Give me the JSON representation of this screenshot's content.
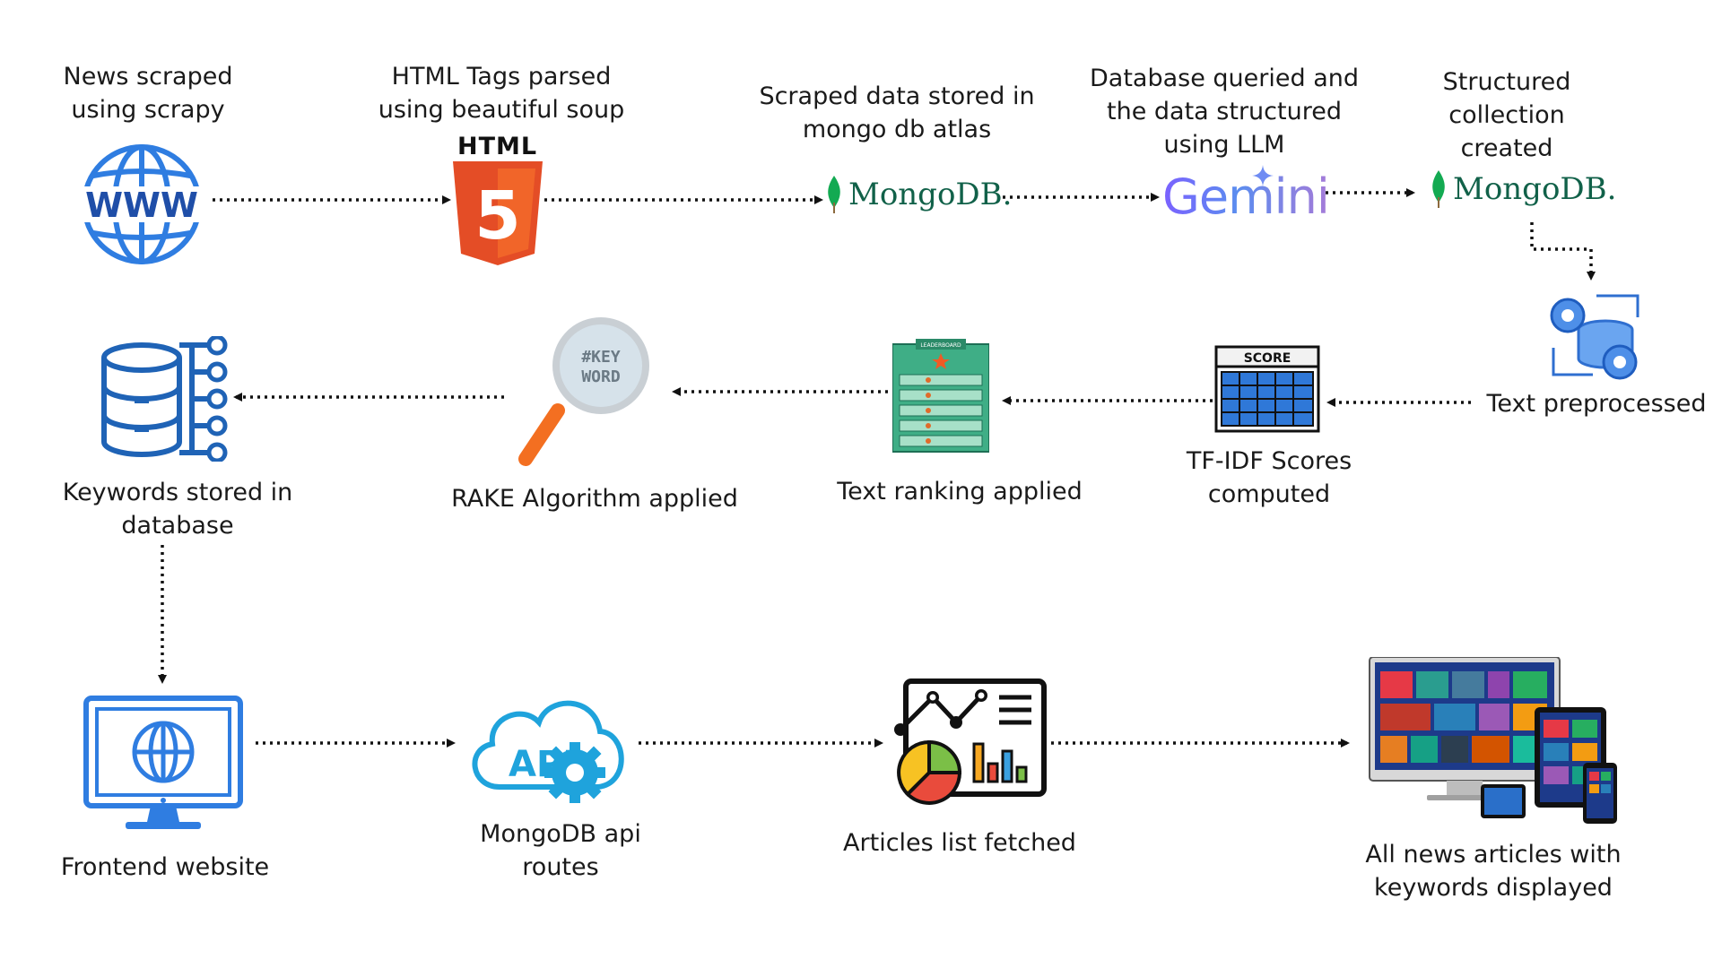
{
  "steps": {
    "news_scraped": "News scraped\nusing scrapy",
    "html_parsed": "HTML Tags parsed\nusing beautiful soup",
    "stored_atlas": "Scraped data stored in\nmongo db atlas",
    "llm_structured": "Database queried and\nthe data structured\nusing LLM",
    "collection_created": "Structured\ncollection\ncreated",
    "text_preprocessed": "Text preprocessed",
    "tfidf": "TF-IDF Scores\ncomputed",
    "text_ranking": "Text ranking applied",
    "rake": "RAKE Algorithm applied",
    "keywords_stored": "Keywords stored in\ndatabase",
    "frontend": "Frontend website",
    "api_routes": "MongoDB api\nroutes",
    "articles_fetched": "Articles list fetched",
    "all_displayed": "All news articles with\nkeywords displayed"
  },
  "icon_text": {
    "www": "WWW",
    "html": "HTML",
    "html5": "5",
    "mongodb": "MongoDB.",
    "gemini": "Gemini",
    "score": "SCORE",
    "leaderboard": "LEADERBOARD",
    "keyword_line1": "#KEY",
    "keyword_line2": "WORD",
    "api": "API"
  },
  "colors": {
    "arrow": "#111111",
    "www_blue": "#2f7de1",
    "html_orange": "#e44d26",
    "mongo_green": "#13aa52",
    "db_blue": "#1f63b6",
    "leaderboard_green": "#3fae86",
    "api_blue": "#1fa3dc"
  }
}
